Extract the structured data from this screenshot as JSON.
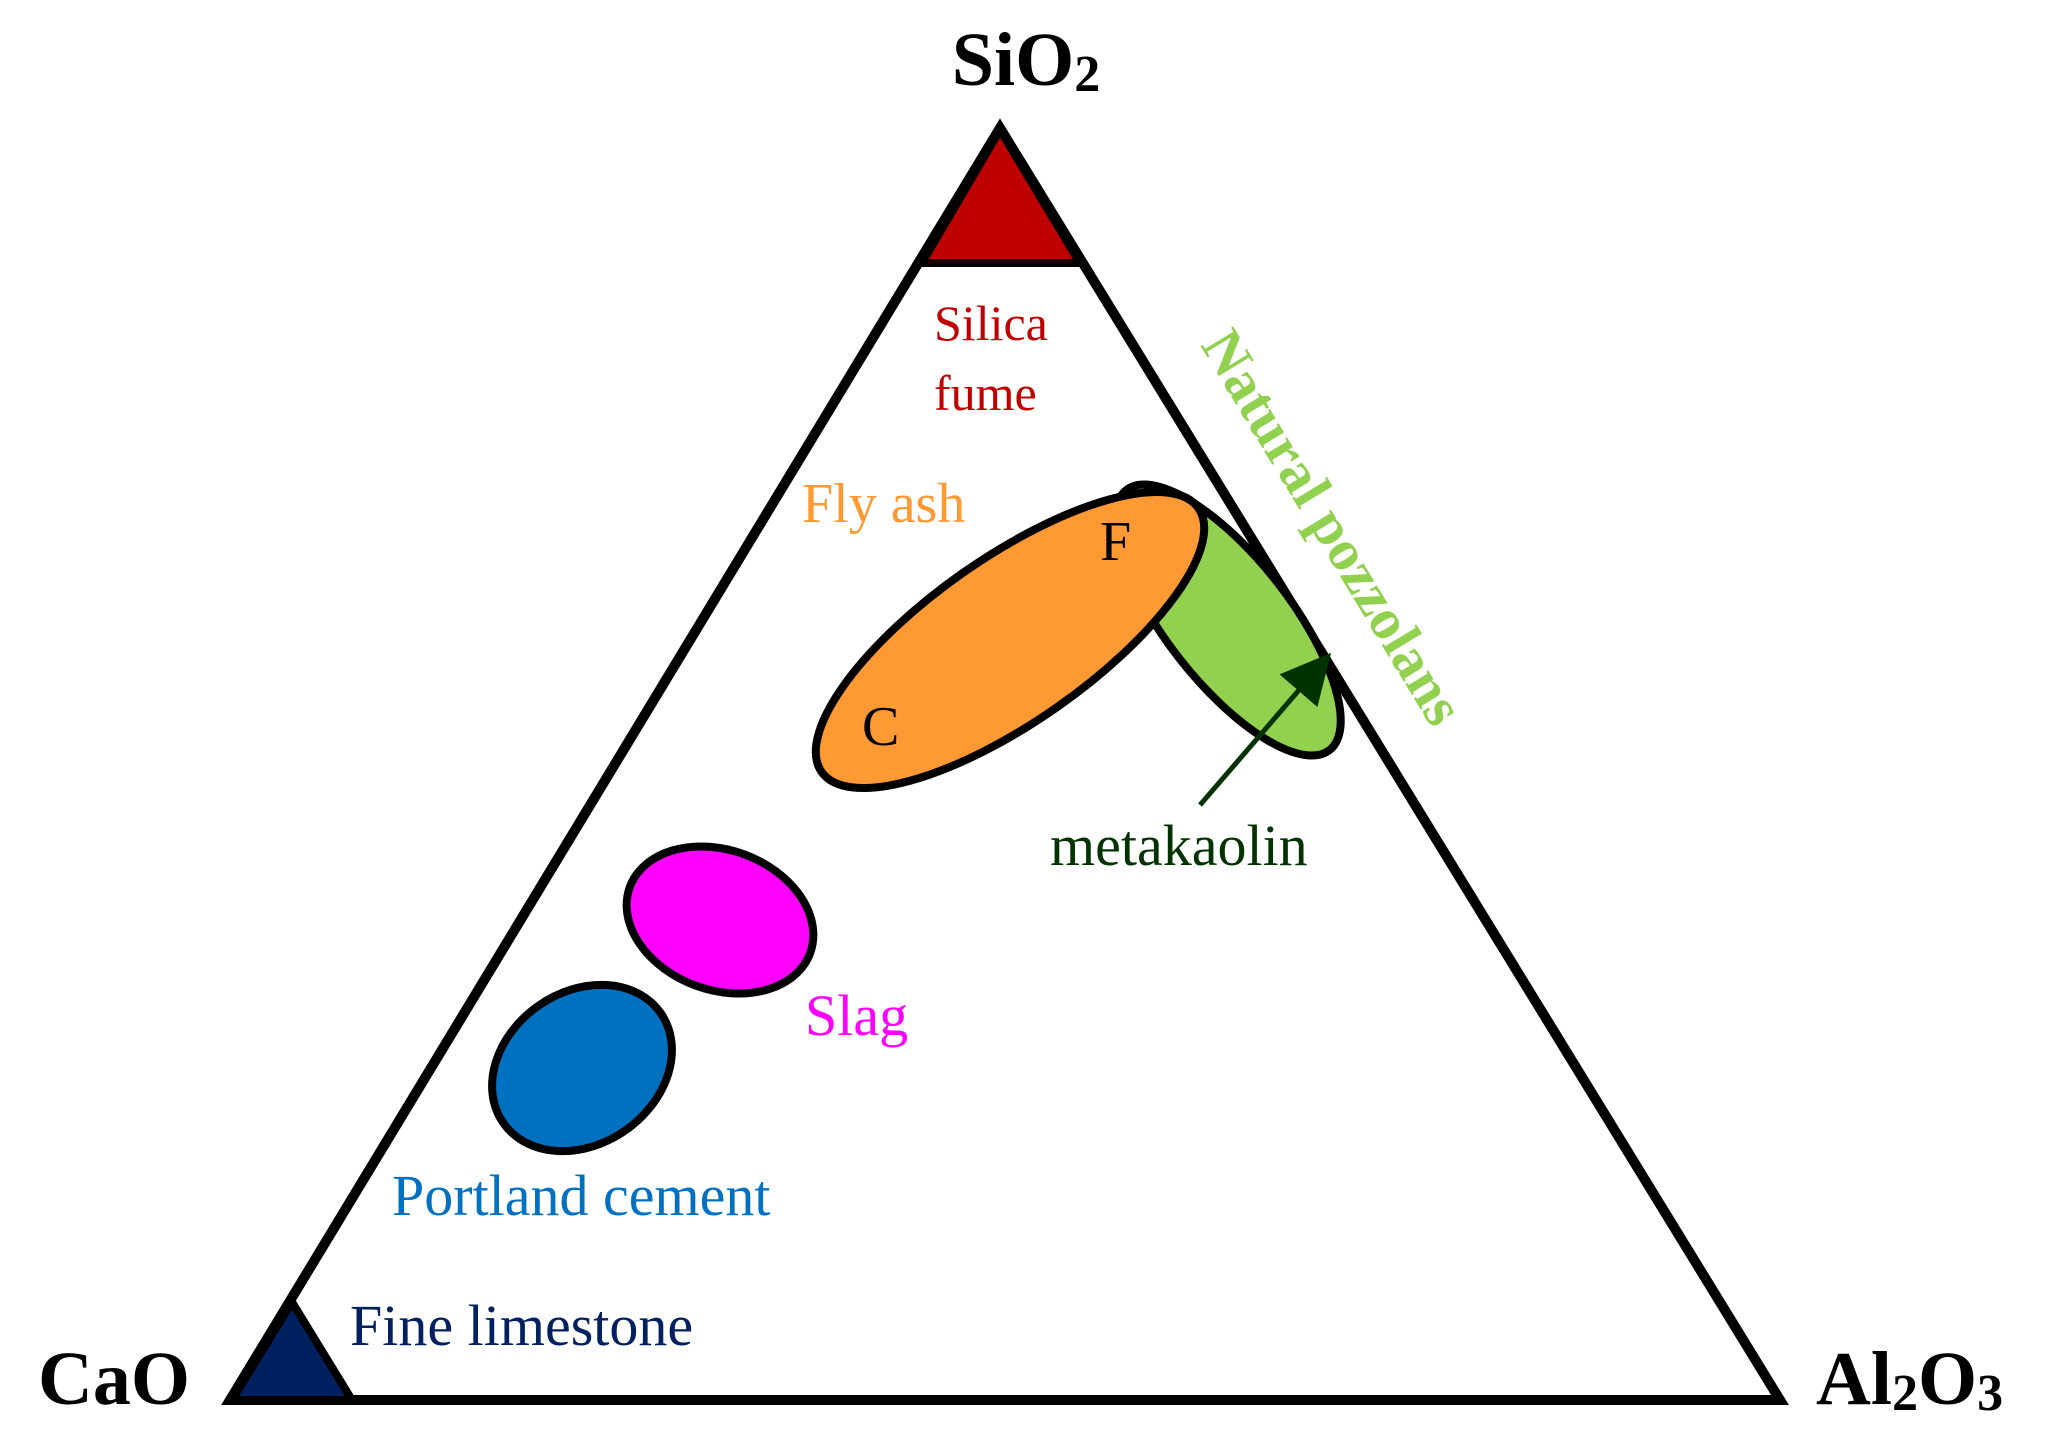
{
  "vertices": {
    "top": {
      "base": "SiO",
      "sub": "2"
    },
    "left": {
      "base": "CaO"
    },
    "right": {
      "pre": "Al",
      "sub1": "2",
      "mid": "O",
      "sub2": "3"
    }
  },
  "labels": {
    "silica_line1": "Silica",
    "silica_line2": "fume",
    "fly_ash": "Fly ash",
    "fly_f": "F",
    "fly_c": "C",
    "natural_pozzolans": "Natural pozzolans",
    "metakaolin": "metakaolin",
    "slag": "Slag",
    "portland_cement": "Portland cement",
    "fine_limestone": "Fine limestone"
  },
  "colors": {
    "outline": "#000000",
    "silica_fume": "#c00000",
    "fine_limestone": "#002060",
    "fly_ash": "#ff9933",
    "natural_pozzolans": "#92d050",
    "metakaolin_arrow": "#003300",
    "slag": "#ff00ff",
    "portland_cement": "#0070c0"
  }
}
